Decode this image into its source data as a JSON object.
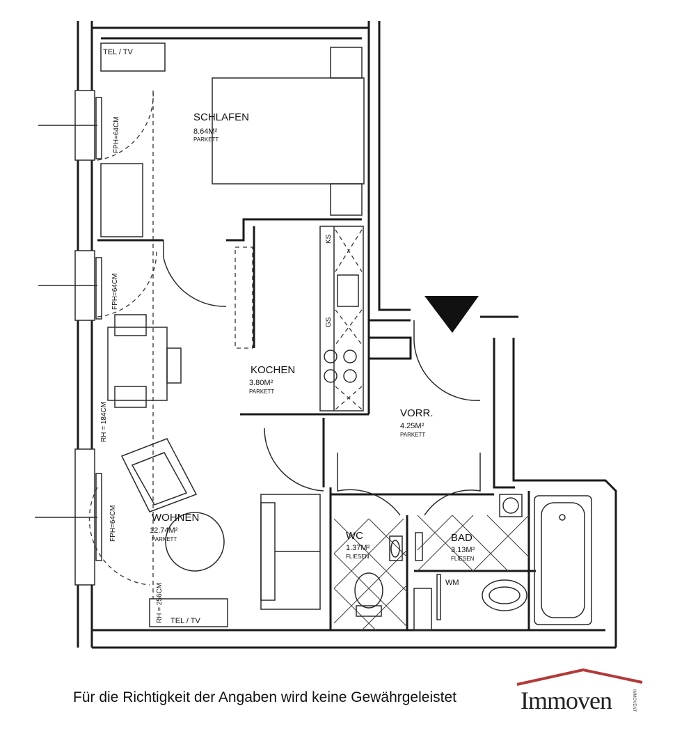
{
  "rooms": {
    "schlafen": {
      "name": "SCHLAFEN",
      "area": "8.64M²",
      "floor": "PARKETT"
    },
    "kochen": {
      "name": "KOCHEN",
      "area": "3.80M²",
      "floor": "PARKETT"
    },
    "vorr": {
      "name": "VORR.",
      "area": "4.25M²",
      "floor": "PARKETT"
    },
    "wohnen": {
      "name": "WOHNEN",
      "area": "12.74M²",
      "floor": "PARKETT"
    },
    "wc": {
      "name": "WC",
      "area": "1.37M²",
      "floor": "FLIESEN"
    },
    "bad": {
      "name": "BAD",
      "area": "3.13M²",
      "floor": "FLIESEN"
    }
  },
  "fixtures": {
    "tel_tv_top": "TEL / TV",
    "tel_tv_bottom": "TEL / TV",
    "ks": "KS",
    "gs": "GS",
    "wm": "WM",
    "fph_1": "FPH=64CM",
    "fph_2": "FPH=64CM",
    "fph_3": "FPH=64CM",
    "rh_1": "RH = 184CM",
    "rh_2": "RH = 256CM"
  },
  "footer": {
    "disclaimer": "Für die Richtigkeit der Angaben wird keine Gewährgeleistet",
    "logo": "Immoven",
    "logo_side": "IMMOVENT"
  }
}
